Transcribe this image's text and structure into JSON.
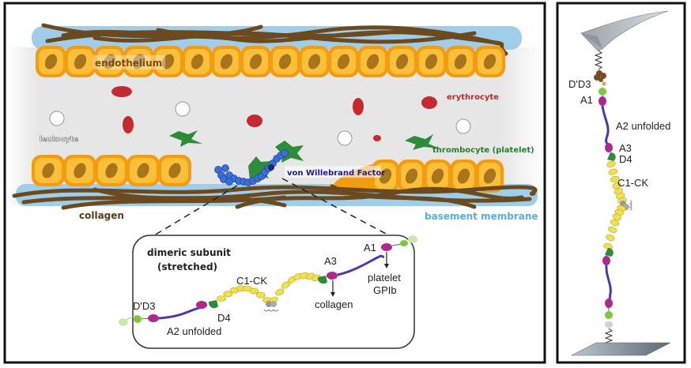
{
  "left_panel": {
    "labels": {
      "endothelium": "endothelium",
      "erythrocyte": "erythrocyte",
      "leukocyte": "leukocyte",
      "thrombocyte": "thrombocyte (platelet)",
      "vwf": "von Willebrand Factor",
      "collagen": "collagen",
      "basement_membrane": "basement membrane"
    },
    "inset": {
      "title_line1": "dimeric subunit",
      "title_line2": "(stretched)",
      "domains": {
        "dd3": "D'D3",
        "a2": "A2 unfolded",
        "d4": "D4",
        "c1ck": "C1-CK",
        "a3": "A3",
        "a1": "A1"
      },
      "binding": {
        "a3_target": "collagen",
        "a1_target_line1": "platelet",
        "a1_target_line2": "GPIb"
      }
    }
  },
  "right_panel": {
    "domains": {
      "dd3": "D'D3",
      "a1": "A1",
      "a2": "A2 unfolded",
      "a3": "A3",
      "d4": "D4",
      "c1ck": "C1-CK"
    }
  },
  "colors": {
    "endothelium_fill": "#f7a81b",
    "endothelium_inner": "#fbbf3a",
    "nucleus": "#a8741c",
    "collagen": "#6b4a1f",
    "basement_membrane": "#9fcdea",
    "erythrocyte": "#c42a2f",
    "thrombocyte": "#2e8b3a",
    "vwf_blue": "#3366cc",
    "label_endothelium": "#7a4f12",
    "label_erythrocyte": "#c0282d",
    "label_thrombocyte": "#2e7a2e",
    "label_vwf": "#1a1aa8",
    "label_collagen": "#5a3a14",
    "label_basement": "#5aaed8",
    "domain_magenta": "#b0278f",
    "domain_green": "#2f8a3a",
    "domain_lightgreen": "#7ec83a",
    "domain_yellow": "#f2e14a",
    "a2_purple": "#4a3aa8"
  }
}
